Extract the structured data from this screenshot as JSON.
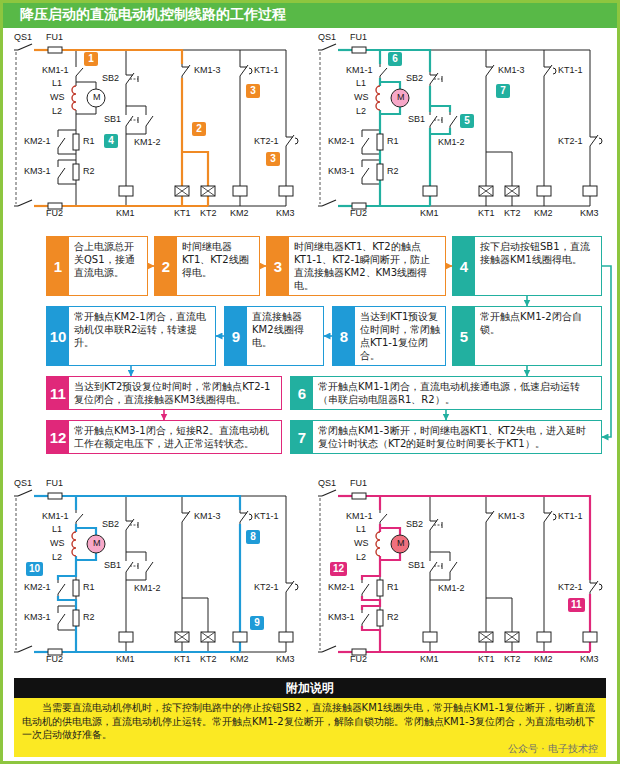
{
  "diagram": {
    "title": "降压启动的直流电动机控制线路的工作过程",
    "nodes": [
      {
        "text": [
          "1",
          "合上电源总开关QS1，接通直流电源。"
        ]
      },
      {
        "text": [
          "2",
          "时间继电器KT1、KT2线圈得电。"
        ]
      },
      {
        "text": [
          "3",
          "时间继电器KT1、KT2的触点KT1-1、KT2-1瞬间断开，防止直流接触器KM2、KM3线圈得电。"
        ]
      },
      {
        "text": [
          "4",
          "按下启动按钮SB1，直流接触器KM1线圈得电。"
        ]
      },
      {
        "text": [
          "5",
          "常开触点KM1-2闭合自锁。"
        ]
      },
      {
        "text": [
          "6",
          "常开触点KM1-1闭合，直流电动机接通电源，低速启动运转（串联启动电阻器R1、R2）。"
        ]
      },
      {
        "text": [
          "7",
          "常闭触点KM1-3断开，时间继电器KT1、KT2失电，进入延时复位计时状态（KT2的延时复位时间要长于KT1）。"
        ]
      },
      {
        "text": [
          "8",
          "当达到KT1预设复位时间时，常闭触点KT1-1复位闭合。"
        ]
      },
      {
        "text": [
          "9",
          "直流接触器KM2线圈得电。"
        ]
      },
      {
        "text": [
          "10",
          "常开触点KM2-1闭合，直流电动机仅串联R2运转，转速提升。"
        ]
      },
      {
        "text": [
          "11",
          "当达到KT2预设复位时间时，常闭触点KT2-1复位闭合，直流接触器KM3线圈得电。"
        ]
      },
      {
        "text": [
          "12",
          "常开触点KM3-1闭合，短接R2。直流电动机工作在额定电压下，进入正常运转状态。"
        ]
      },
      {
        "text": [
          "附加说明",
          "当需要直流电动机停机时，按下控制电路中的停止按钮SB2，直流接触器KM1线圈失电，常开触点KM1-1复位断开，切断直流电动机的供电电源，直流电动机停止运转。常开触点KM1-2复位断开，解除自锁功能。常闭触点KM1-3复位闭合，为直流电动机下一次启动做好准备。"
        ]
      }
    ],
    "edges": [
      {
        "from": 0,
        "to": 1,
        "arrow": "to"
      },
      {
        "from": 1,
        "to": 2,
        "arrow": "to"
      },
      {
        "from": 2,
        "to": 3,
        "arrow": "to"
      },
      {
        "from": 3,
        "to": 4,
        "arrow": "to"
      },
      {
        "from": 4,
        "to": 5,
        "arrow": "to"
      },
      {
        "from": 3,
        "to": 6,
        "arrow": "to"
      },
      {
        "from": 5,
        "to": 6,
        "arrow": "to"
      },
      {
        "from": 7,
        "to": 8,
        "arrow": "to"
      },
      {
        "from": 8,
        "to": 9,
        "arrow": "to"
      },
      {
        "from": 9,
        "to": 10,
        "arrow": "to"
      },
      {
        "from": 10,
        "to": 11,
        "arrow": "to"
      }
    ],
    "labels": [
      "QS1",
      "FU1",
      "KM1-1",
      "SB2",
      "KM1-3",
      "KT1-1",
      "L1",
      "WS",
      "M",
      "L2",
      "SB1",
      "KM1-2",
      "KM2-1",
      "R1",
      "KM3-1",
      "R2",
      "KT1",
      "KT2",
      "KM2",
      "KM3",
      "KT2-1",
      "KM1",
      "FU2",
      "1",
      "2",
      "3",
      "3",
      "4",
      "QS1",
      "FU1",
      "KM1-1",
      "SB2",
      "KM1-3",
      "KT1-1",
      "L1",
      "WS",
      "M",
      "L2",
      "SB1",
      "KM1-2",
      "KM2-1",
      "R1",
      "KM3-1",
      "R2",
      "KT1",
      "KT2",
      "KM2",
      "KM3",
      "KT2-1",
      "KM1",
      "FU2",
      "6",
      "5",
      "7",
      "QS1",
      "FU1",
      "KM1-1",
      "SB2",
      "KM1-3",
      "KT1-1",
      "L1",
      "WS",
      "M",
      "L2",
      "SB1",
      "KM1-2",
      "KM2-1",
      "R1",
      "KM3-1",
      "R2",
      "KT1",
      "KT2",
      "KM2",
      "KM3",
      "KT2-1",
      "KM1",
      "FU2",
      "8",
      "10",
      "9",
      "QS1",
      "FU1",
      "KM1-1",
      "SB2",
      "KM1-3",
      "KT1-1",
      "L1",
      "WS",
      "M",
      "L2",
      "SB1",
      "KM1-2",
      "KM2-1",
      "R1",
      "KM3-1",
      "R2",
      "KT1",
      "KT2",
      "KM2",
      "KM3",
      "KT2-1",
      "KM1",
      "FU2",
      "11",
      "12",
      "公众号 · 电子技术控"
    ]
  }
}
